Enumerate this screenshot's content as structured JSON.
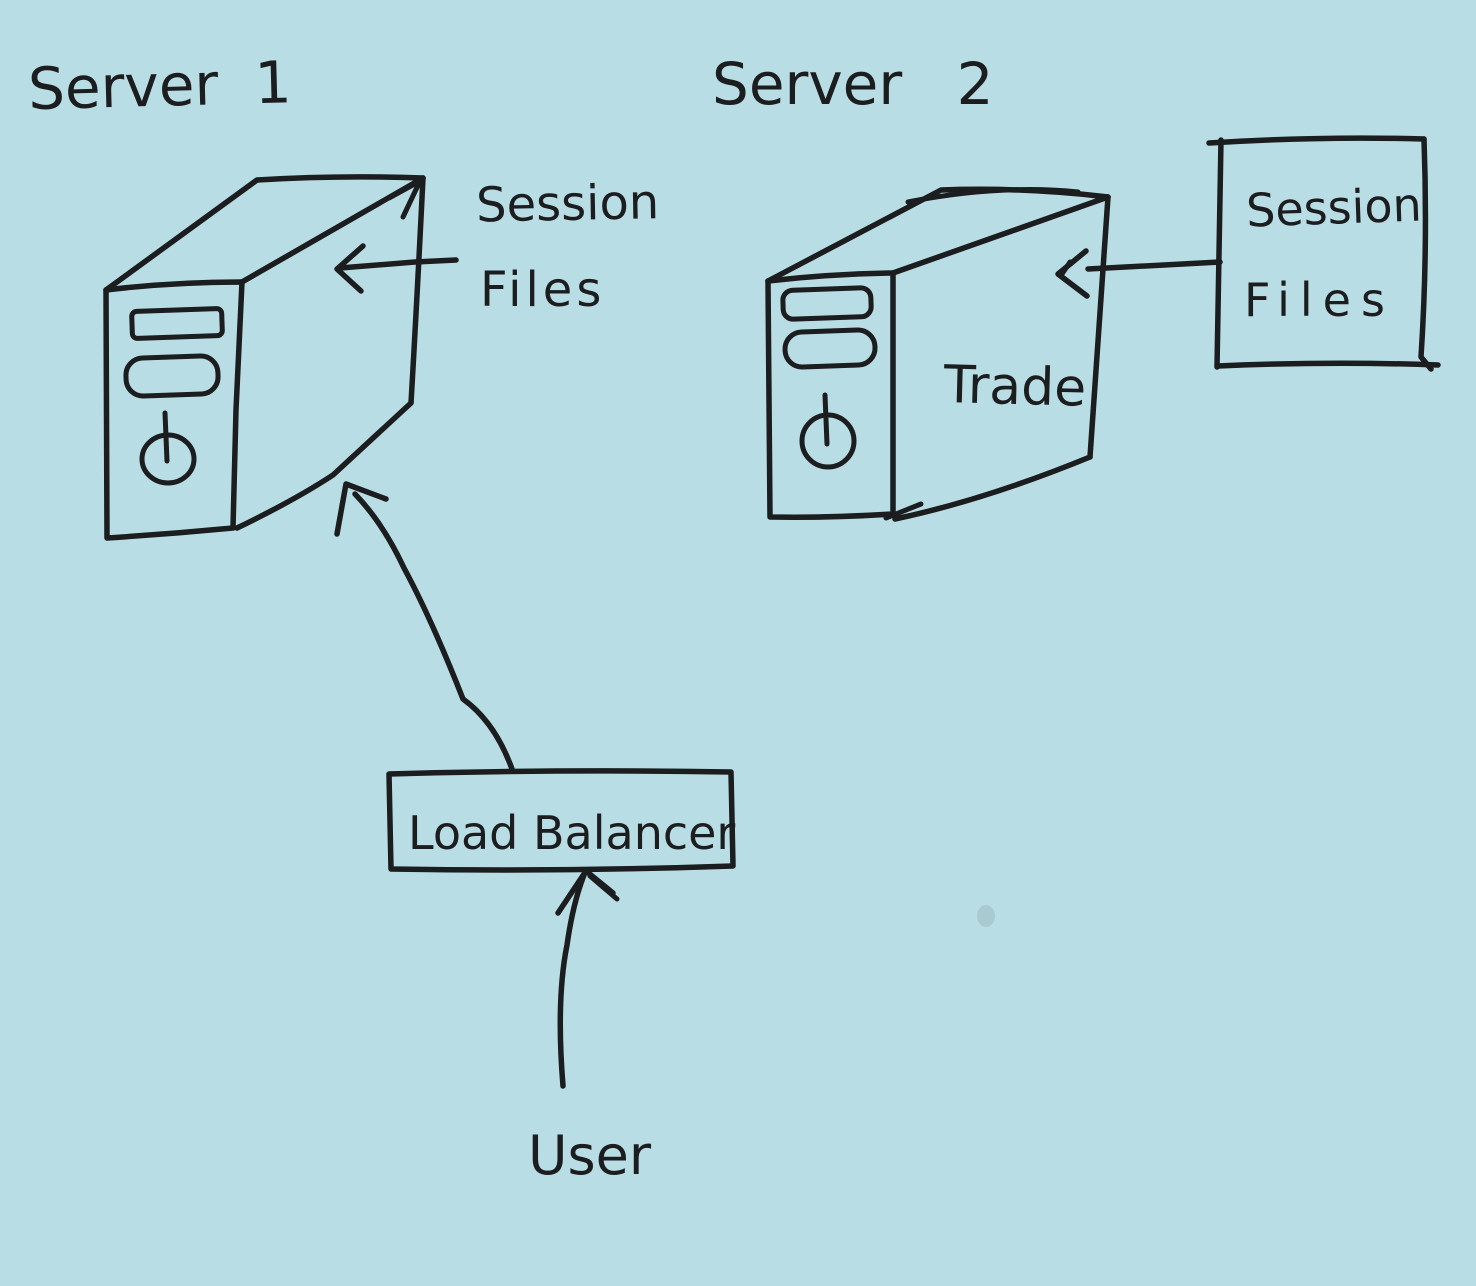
{
  "canvas": {
    "background_color": "#b9dde4",
    "ink_color": "#1b1d1f",
    "style": "hand-drawn whiteboard sketch"
  },
  "diagram": {
    "server1": {
      "title": "Server 1",
      "annotation_line1": "Session",
      "annotation_line2": "Files"
    },
    "server2": {
      "title": "Server 2",
      "side_label": "Trade",
      "box_line1": "Session",
      "box_line2": "Files"
    },
    "load_balancer": {
      "label": "Load Balancer"
    },
    "user": {
      "label": "User"
    },
    "edges": [
      {
        "from": "Session Files annotation",
        "to": "Server 1",
        "type": "arrow-left"
      },
      {
        "from": "Session Files box",
        "to": "Server 2",
        "type": "arrow-left"
      },
      {
        "from": "Load Balancer",
        "to": "Server 1",
        "type": "arrow-up-left"
      },
      {
        "from": "User",
        "to": "Load Balancer",
        "type": "arrow-up"
      }
    ]
  }
}
